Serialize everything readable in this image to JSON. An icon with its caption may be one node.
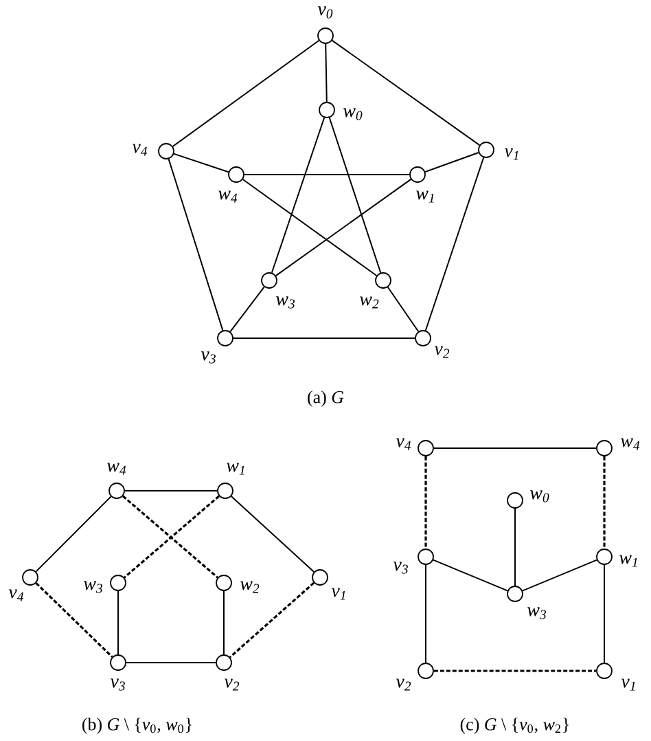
{
  "diagram": {
    "nodes": [
      {
        "text": [],
        "shape": "circle",
        "beside": [
          "v$_{0}$"
        ]
      },
      {
        "text": [],
        "shape": "circle",
        "beside": [
          "w$_{0}$"
        ]
      },
      {
        "text": [],
        "shape": "circle",
        "beside": [
          "v$_{4}$"
        ]
      },
      {
        "text": [],
        "shape": "circle",
        "beside": [
          "v$_{1}$"
        ]
      },
      {
        "text": [],
        "shape": "circle",
        "beside": [
          "w$_{4}$"
        ]
      },
      {
        "text": [],
        "shape": "circle",
        "beside": [
          "w$_{1}$"
        ]
      },
      {
        "text": [],
        "shape": "circle",
        "beside": [
          "w$_{3}$"
        ]
      },
      {
        "text": [],
        "shape": "circle",
        "beside": [
          "w$_{2}$"
        ]
      },
      {
        "text": [],
        "shape": "circle",
        "beside": [
          "v$_{3}$"
        ]
      },
      {
        "text": [],
        "shape": "circle",
        "beside": [
          "v$_{2}$"
        ]
      },
      {
        "text": [],
        "shape": "circle",
        "beside": [
          "w$_{4}$"
        ]
      },
      {
        "text": [],
        "shape": "circle",
        "beside": [
          "w$_{1}$"
        ]
      },
      {
        "text": [],
        "shape": "circle",
        "beside": [
          "v$_{4}$"
        ]
      },
      {
        "text": [],
        "shape": "circle",
        "beside": [
          "w$_{3}$"
        ]
      },
      {
        "text": [],
        "shape": "circle",
        "beside": [
          "w$_{2}$"
        ]
      },
      {
        "text": [],
        "shape": "circle",
        "beside": [
          "v$_{1}$"
        ]
      },
      {
        "text": [],
        "shape": "circle",
        "beside": [
          "v$_{3}$"
        ]
      },
      {
        "text": [],
        "shape": "circle",
        "beside": [
          "v$_{2}$"
        ]
      },
      {
        "text": [],
        "shape": "circle",
        "beside": [
          "v$_{4}$"
        ]
      },
      {
        "text": [],
        "shape": "circle",
        "beside": [
          "w$_{4}$"
        ]
      },
      {
        "text": [],
        "shape": "circle",
        "beside": [
          "w$_{0}$"
        ]
      },
      {
        "text": [],
        "shape": "circle",
        "beside": [
          "v$_{3}$"
        ]
      },
      {
        "text": [],
        "shape": "circle",
        "beside": [
          "w$_{1}$"
        ]
      },
      {
        "text": [],
        "shape": "circle",
        "beside": [
          "w$_{3}$"
        ]
      },
      {
        "text": [],
        "shape": "circle",
        "beside": [
          "v$_{2}$"
        ]
      },
      {
        "text": [],
        "shape": "circle",
        "beside": [
          "v$_{1}$"
        ]
      }
    ],
    "edges": [
      {
        "from": 0,
        "to": 3,
        "arrow": "none"
      },
      {
        "from": 0,
        "to": 2,
        "arrow": "none"
      },
      {
        "from": 0,
        "to": 1,
        "arrow": "none"
      },
      {
        "from": 3,
        "to": 5,
        "arrow": "none"
      },
      {
        "from": 3,
        "to": 9,
        "arrow": "none"
      },
      {
        "from": 2,
        "to": 4,
        "arrow": "none"
      },
      {
        "from": 2,
        "to": 8,
        "arrow": "none"
      },
      {
        "from": 8,
        "to": 9,
        "arrow": "none"
      },
      {
        "from": 8,
        "to": 6,
        "arrow": "none"
      },
      {
        "from": 9,
        "to": 7,
        "arrow": "none"
      },
      {
        "from": 1,
        "to": 6,
        "arrow": "none"
      },
      {
        "from": 1,
        "to": 7,
        "arrow": "none"
      },
      {
        "from": 4,
        "to": 5,
        "arrow": "none"
      },
      {
        "from": 4,
        "to": 7,
        "arrow": "none"
      },
      {
        "from": 5,
        "to": 6,
        "arrow": "none"
      },
      {
        "from": 10,
        "to": 11,
        "arrow": "none"
      },
      {
        "from": 10,
        "to": 12,
        "arrow": "none"
      },
      {
        "from": 11,
        "to": 15,
        "arrow": "none"
      },
      {
        "from": 10,
        "to": 14,
        "arrow": "none",
        "style": "dashed"
      },
      {
        "from": 11,
        "to": 13,
        "arrow": "none",
        "style": "dashed"
      },
      {
        "from": 12,
        "to": 16,
        "arrow": "none",
        "style": "dashed"
      },
      {
        "from": 15,
        "to": 17,
        "arrow": "none",
        "style": "dashed"
      },
      {
        "from": 13,
        "to": 16,
        "arrow": "none"
      },
      {
        "from": 14,
        "to": 17,
        "arrow": "none"
      },
      {
        "from": 16,
        "to": 17,
        "arrow": "none"
      },
      {
        "from": 18,
        "to": 19,
        "arrow": "none"
      },
      {
        "from": 18,
        "to": 21,
        "arrow": "none",
        "style": "dashed"
      },
      {
        "from": 19,
        "to": 22,
        "arrow": "none",
        "style": "dashed"
      },
      {
        "from": 20,
        "to": 23,
        "arrow": "none"
      },
      {
        "from": 21,
        "to": 23,
        "arrow": "none"
      },
      {
        "from": 23,
        "to": 22,
        "arrow": "none"
      },
      {
        "from": 21,
        "to": 24,
        "arrow": "none"
      },
      {
        "from": 22,
        "to": 25,
        "arrow": "none"
      },
      {
        "from": 24,
        "to": 25,
        "arrow": "none",
        "style": "dashed"
      }
    ],
    "labels": [
      "(a) *G*",
      "(b) *G* \\ {*v*$_{0}$, *w*$_{0}$}",
      "(c) *G* \\ {*v*$_{0}$, *w*$_{2}$}"
    ]
  }
}
